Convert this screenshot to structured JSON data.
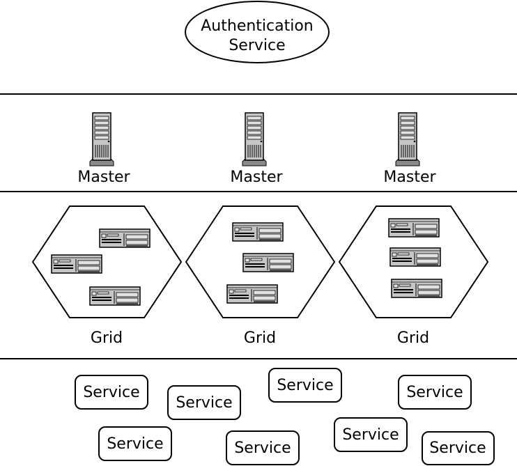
{
  "auth": {
    "line1": "Authentication",
    "line2": "Service"
  },
  "masters": [
    {
      "label": "Master"
    },
    {
      "label": "Master"
    },
    {
      "label": "Master"
    }
  ],
  "grids": [
    {
      "label": "Grid"
    },
    {
      "label": "Grid"
    },
    {
      "label": "Grid"
    }
  ],
  "services": [
    {
      "label": "Service"
    },
    {
      "label": "Service"
    },
    {
      "label": "Service"
    },
    {
      "label": "Service"
    },
    {
      "label": "Service"
    },
    {
      "label": "Service"
    },
    {
      "label": "Service"
    },
    {
      "label": "Service"
    }
  ]
}
